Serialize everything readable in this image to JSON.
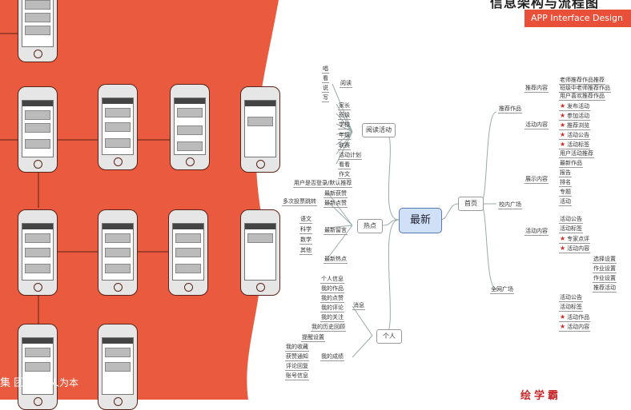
{
  "header": {
    "title": "信息架构与流程图",
    "subtitle": "APP Interface Design"
  },
  "center_node": "最新",
  "branches": {
    "read": "阅读活动",
    "hot": "热点",
    "personal": "个人",
    "home": "首页"
  },
  "read_nodes": [
    "唱",
    "看",
    "说",
    "写",
    "阅读",
    "家长",
    "班级",
    "学校",
    "年级",
    "联赛",
    "活动计划",
    "看看",
    "作文"
  ],
  "hot_nodes": [
    "用户是否登录/默认推荐",
    "多次投票跳转",
    "最新获赞",
    "最新点赞",
    "最新留言",
    "语文",
    "科学",
    "数学",
    "其他",
    "最新热点"
  ],
  "personal_nodes": [
    "个人信息",
    "我的作品",
    "我的点赞",
    "我的评论",
    "我的关注",
    "我的历史回顾",
    "我的成绩",
    "我的收藏",
    "消息",
    "提醒设置",
    "获赞通知",
    "评论回复",
    "账号信息"
  ],
  "home_groups": [
    "推荐作品",
    "校内广场",
    "全网广场",
    "推荐内容",
    "活动内容",
    "展示内容",
    "活动内容"
  ],
  "home_leaves": [
    "老师推荐作品推荐",
    "班级中老师推荐作品",
    "用户喜欢推荐作品",
    "发布活动",
    "参加活动",
    "推荐浏览",
    "活动公告",
    "活动标签",
    "用户活动推荐",
    "最新作品",
    "报告",
    "排名",
    "专题",
    "活动",
    "活动公告",
    "活动标签",
    "专家点评",
    "活动内容",
    "选择设置",
    "作业设置",
    "作业设置",
    "推荐活动",
    "活动公告",
    "活动标签",
    "活动作品",
    "活动内容"
  ],
  "footer": {
    "left1": "集 团",
    "left2": "以人为本",
    "right": "绘学霸"
  }
}
